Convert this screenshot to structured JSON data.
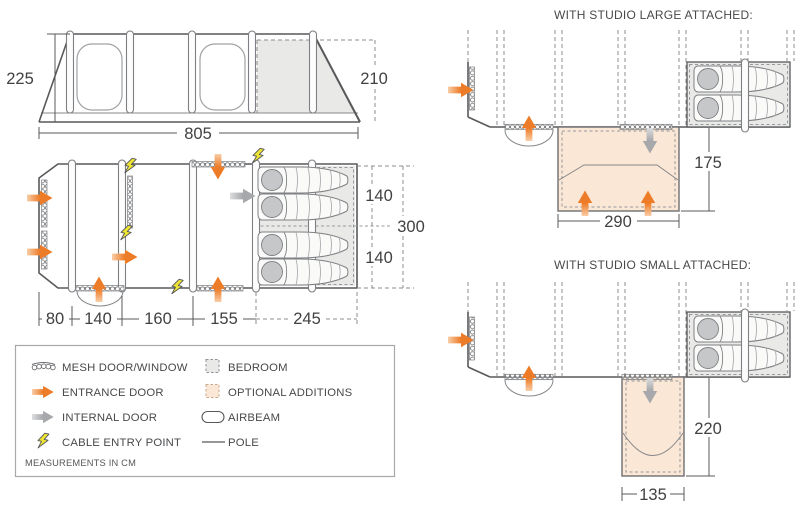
{
  "elevation": {
    "height_front": "225",
    "height_rear": "210",
    "length": "805"
  },
  "floor_plan": {
    "sections": [
      "80",
      "140",
      "160",
      "155",
      "245"
    ],
    "bedroom_depths": [
      "140",
      "140"
    ],
    "total_depth": "300"
  },
  "studio_large": {
    "title": "WITH STUDIO LARGE ATTACHED:",
    "width": "290",
    "depth": "175"
  },
  "studio_small": {
    "title": "WITH STUDIO SMALL ATTACHED:",
    "width": "135",
    "depth": "220"
  },
  "legend": {
    "left_items": [
      "MESH DOOR/WINDOW",
      "ENTRANCE DOOR",
      "INTERNAL DOOR",
      "CABLE ENTRY POINT"
    ],
    "right_items": [
      "BEDROOM",
      "OPTIONAL ADDITIONS",
      "AIRBEAM",
      "POLE"
    ],
    "note": "MEASUREMENTS IN CM"
  },
  "colors": {
    "accent_orange": "#ED7C28",
    "internal_gray": "#A6A8AB",
    "bedroom_gray": "#E9E9E7",
    "optional_peach": "#FBE7D6",
    "bolt_yellow": "#EDE434",
    "line": "#58595B"
  }
}
